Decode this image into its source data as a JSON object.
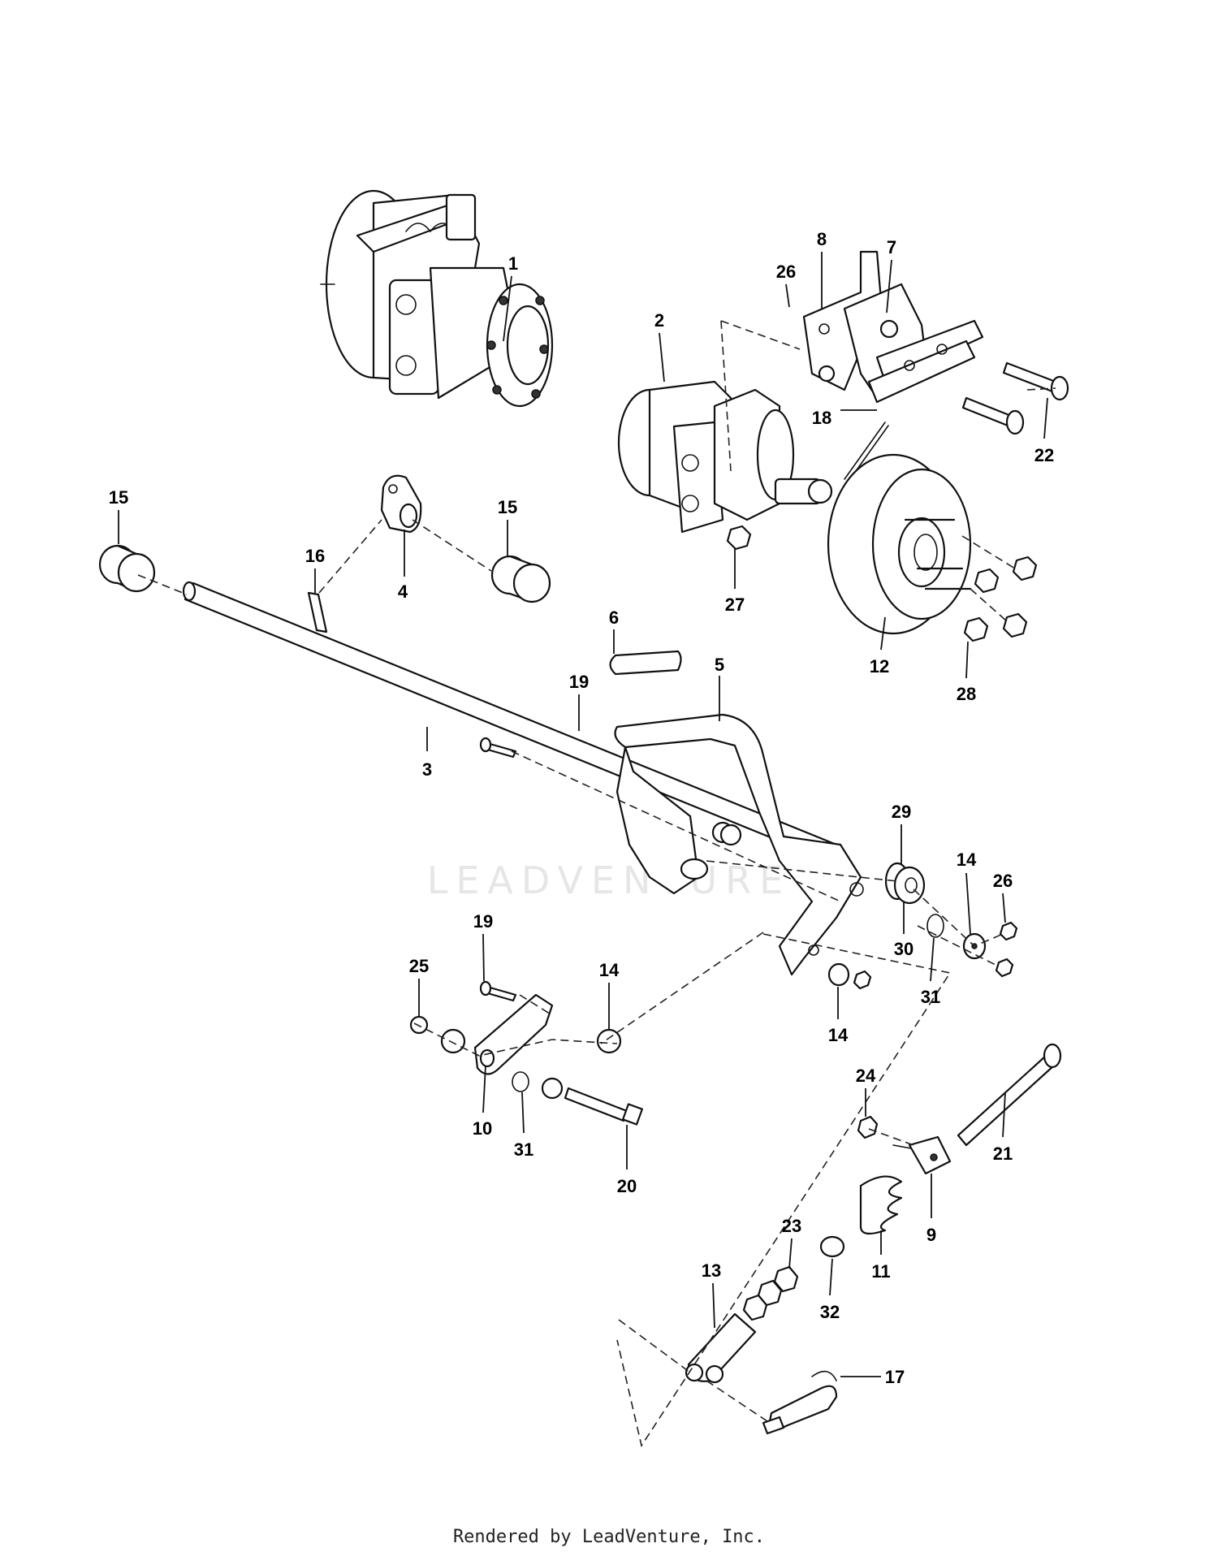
{
  "watermark": "LEADVENTURE",
  "footer": "Rendered by LeadVenture, Inc.",
  "callouts": [
    {
      "id": "c1",
      "text": "1"
    },
    {
      "id": "c2",
      "text": "2"
    },
    {
      "id": "c3",
      "text": "3"
    },
    {
      "id": "c4",
      "text": "4"
    },
    {
      "id": "c5",
      "text": "5"
    },
    {
      "id": "c6",
      "text": "6"
    },
    {
      "id": "c7",
      "text": "7"
    },
    {
      "id": "c8",
      "text": "8"
    },
    {
      "id": "c9",
      "text": "9"
    },
    {
      "id": "c10",
      "text": "10"
    },
    {
      "id": "c11",
      "text": "11"
    },
    {
      "id": "c12",
      "text": "12"
    },
    {
      "id": "c13",
      "text": "13"
    },
    {
      "id": "c14a",
      "text": "14"
    },
    {
      "id": "c14b",
      "text": "14"
    },
    {
      "id": "c14c",
      "text": "14"
    },
    {
      "id": "c15a",
      "text": "15"
    },
    {
      "id": "c15b",
      "text": "15"
    },
    {
      "id": "c16",
      "text": "16"
    },
    {
      "id": "c17",
      "text": "17"
    },
    {
      "id": "c18",
      "text": "18"
    },
    {
      "id": "c19a",
      "text": "19"
    },
    {
      "id": "c19b",
      "text": "19"
    },
    {
      "id": "c20",
      "text": "20"
    },
    {
      "id": "c21",
      "text": "21"
    },
    {
      "id": "c22",
      "text": "22"
    },
    {
      "id": "c23",
      "text": "23"
    },
    {
      "id": "c24",
      "text": "24"
    },
    {
      "id": "c25",
      "text": "25"
    },
    {
      "id": "c26a",
      "text": "26"
    },
    {
      "id": "c26b",
      "text": "26"
    },
    {
      "id": "c27",
      "text": "27"
    },
    {
      "id": "c28",
      "text": "28"
    },
    {
      "id": "c29",
      "text": "29"
    },
    {
      "id": "c30",
      "text": "30"
    },
    {
      "id": "c31a",
      "text": "31"
    },
    {
      "id": "c31b",
      "text": "31"
    },
    {
      "id": "c32",
      "text": "32"
    }
  ]
}
